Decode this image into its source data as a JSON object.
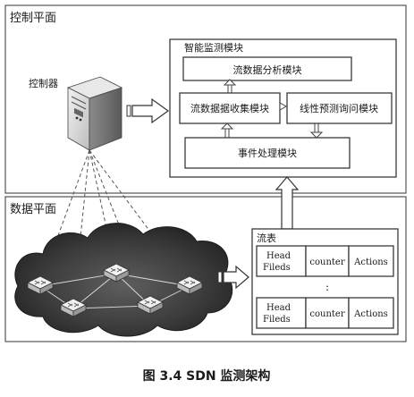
{
  "control_plane": {
    "title": "控制平面",
    "controller_label": "控制器"
  },
  "monitor": {
    "title": "智能监测模块",
    "analysis": "流数据分析模块",
    "collection": "流数据据收集模块",
    "predict": "线性预测询问模块",
    "event": "事件处理模块"
  },
  "data_plane": {
    "title": "数据平面"
  },
  "flow_table": {
    "title": "流表",
    "rows": [
      {
        "head": "Head Fileds",
        "counter": "counter",
        "actions": "Actions"
      },
      {
        "head": "Head Fileds",
        "counter": "counter",
        "actions": "Actions"
      }
    ],
    "ellipsis": ":"
  },
  "caption": "图 3.4 SDN 监测架构"
}
